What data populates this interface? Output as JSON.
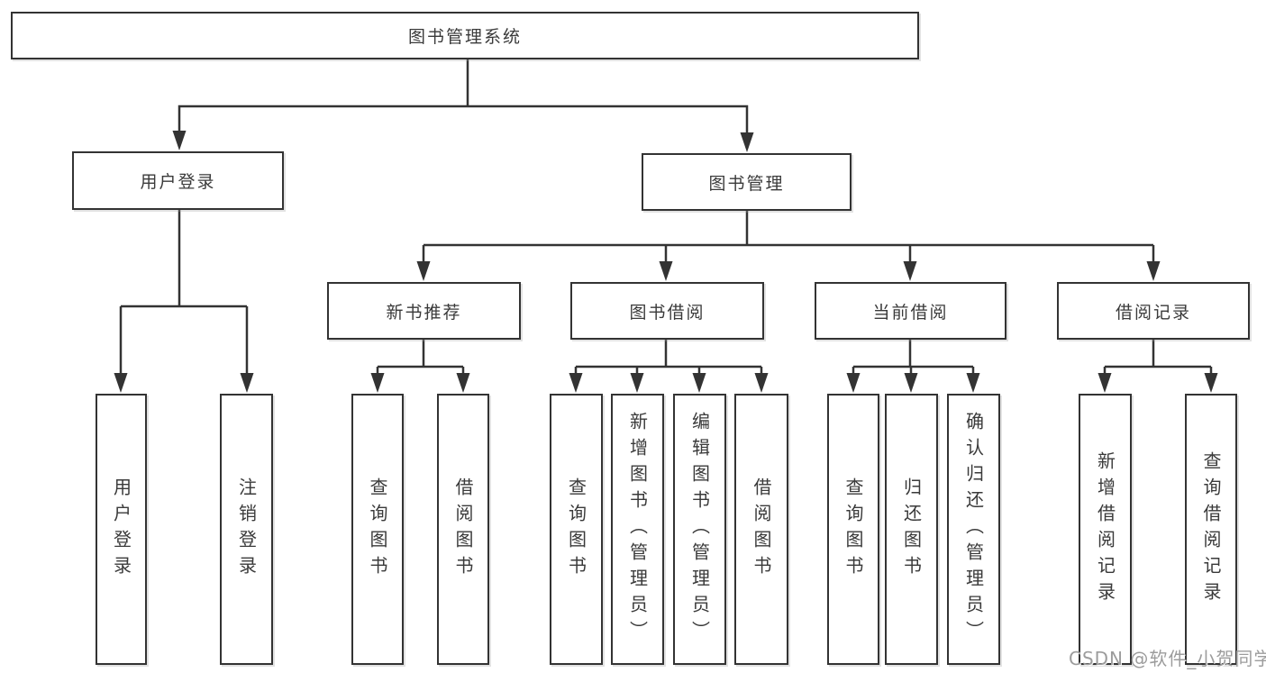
{
  "diagram": {
    "root": "图书管理系统",
    "level2": {
      "user_login": "用户登录",
      "book_management": "图书管理"
    },
    "level3": {
      "new_book_recommend": "新书推荐",
      "book_borrow": "图书借阅",
      "current_borrow": "当前借阅",
      "borrow_records": "借阅记录"
    },
    "subtrees": {
      "user_login": [
        "用户登录",
        "注销登录"
      ],
      "new_book_recommend": [
        "查询图书",
        "借阅图书"
      ],
      "book_borrow": [
        "查询图书",
        "新增图书（管理员）",
        "编辑图书（管理员）",
        "借阅图书"
      ],
      "current_borrow": [
        "查询图书",
        "归还图书",
        "确认归还（管理员）"
      ],
      "borrow_records": [
        "新增借阅记录",
        "查询借阅记录"
      ]
    }
  },
  "watermark": "CSDN @软件_小贺同学",
  "colors": {
    "line": "#333333",
    "box_border": "#333333",
    "text": "#3a3a3a",
    "watermark": "#9c9c9c",
    "background": "#ffffff"
  }
}
